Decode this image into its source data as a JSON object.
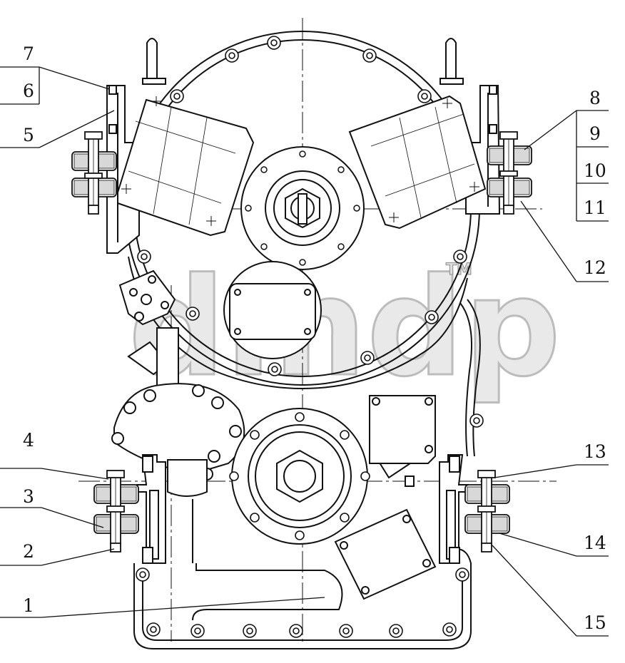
{
  "callouts": {
    "c1": "1",
    "c2": "2",
    "c3": "3",
    "c4": "4",
    "c5": "5",
    "c6": "6",
    "c7": "7",
    "c8": "8",
    "c9": "9",
    "c10": "10",
    "c11": "11",
    "c12": "12",
    "c13": "13",
    "c14": "14",
    "c15": "15"
  },
  "watermark": {
    "text": "dmdp",
    "tm": "TM"
  },
  "colors": {
    "line": "#111111",
    "watermark_fill": "#e6e6e6",
    "watermark_stroke": "#bdbdbd",
    "background": "#ffffff"
  }
}
